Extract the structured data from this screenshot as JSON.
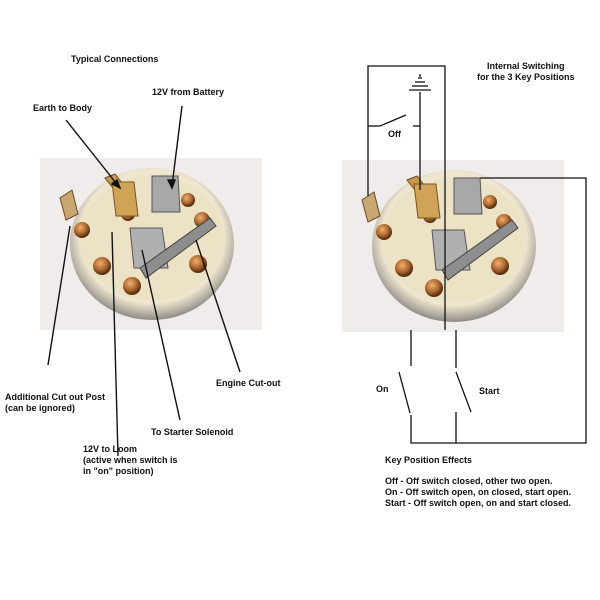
{
  "left_panel": {
    "title": "Typical Connections",
    "labels": {
      "earth": "Earth to Body",
      "battery": "12V from Battery",
      "cutout_post_1": "Additional Cut out Post",
      "cutout_post_2": "(can be ignored)",
      "engine_cutout": "Engine Cut-out",
      "starter": "To Starter Solenoid",
      "loom_1": "12V to Loom",
      "loom_2": "(active when switch is",
      "loom_3": " in \"on\" position)"
    }
  },
  "right_panel": {
    "title_1": "Internal Switching",
    "title_2": "for the 3 Key Positions",
    "switches": {
      "off": "Off",
      "on": "On",
      "start": "Start"
    },
    "effects": {
      "heading": "Key Position Effects",
      "lines": [
        "Off - Off switch closed, other two open.",
        "On - Off switch open, on closed, start open.",
        "Start - Off switch open, on and start closed."
      ]
    }
  },
  "colors": {
    "line": "#111111",
    "housing": "#e8dcc0",
    "brass": "#c89a50",
    "copper": "#b06a30",
    "steel": "#9a9a9a"
  }
}
